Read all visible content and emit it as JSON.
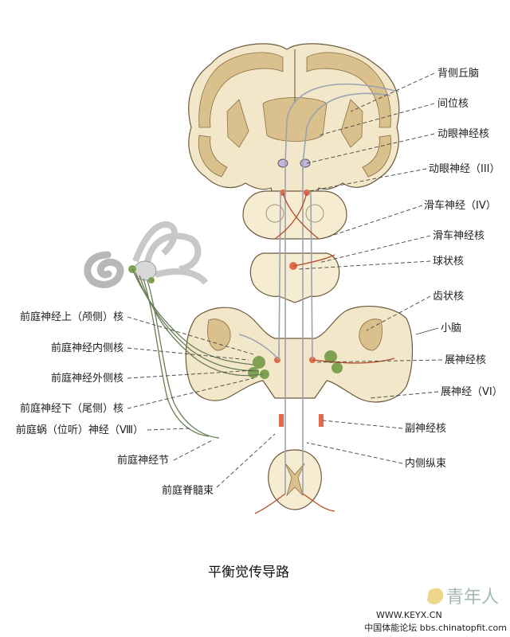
{
  "title": "平衡觉传导路",
  "labels": {
    "dorsal_thalamus": "背侧丘脑",
    "interstitial_nucleus": "间位核",
    "oculomotor_nucleus": "动眼神经核",
    "oculomotor_nerve": "动眼神经（III）",
    "trochlear_nerve": "滑车神经（IV）",
    "trochlear_nucleus": "滑车神经核",
    "emboliform_nucleus": "球状核",
    "dentate_nucleus": "齿状核",
    "cerebellum": "小脑",
    "abducens_nucleus": "展神经核",
    "abducens_nerve": "展神经（VI）",
    "accessory_nucleus": "副神经核",
    "medial_longitudinal_fasciculus": "内侧纵束",
    "superior_vestibular_nucleus": "前庭神经上（颅侧）核",
    "medial_vestibular_nucleus": "前庭神经内侧核",
    "lateral_vestibular_nucleus": "前庭神经外侧核",
    "inferior_vestibular_nucleus": "前庭神经下（尾侧）核",
    "vestibulocochlear_nerve": "前庭蜗（位听）神经（Ⅷ）",
    "vestibular_ganglion": "前庭神经节",
    "vestibulospinal_tract": "前庭脊髓束"
  },
  "watermark": {
    "site": "WWW.KEYX.CN",
    "forum": "中国体能论坛 bbs.chinatopfit.com"
  }
}
